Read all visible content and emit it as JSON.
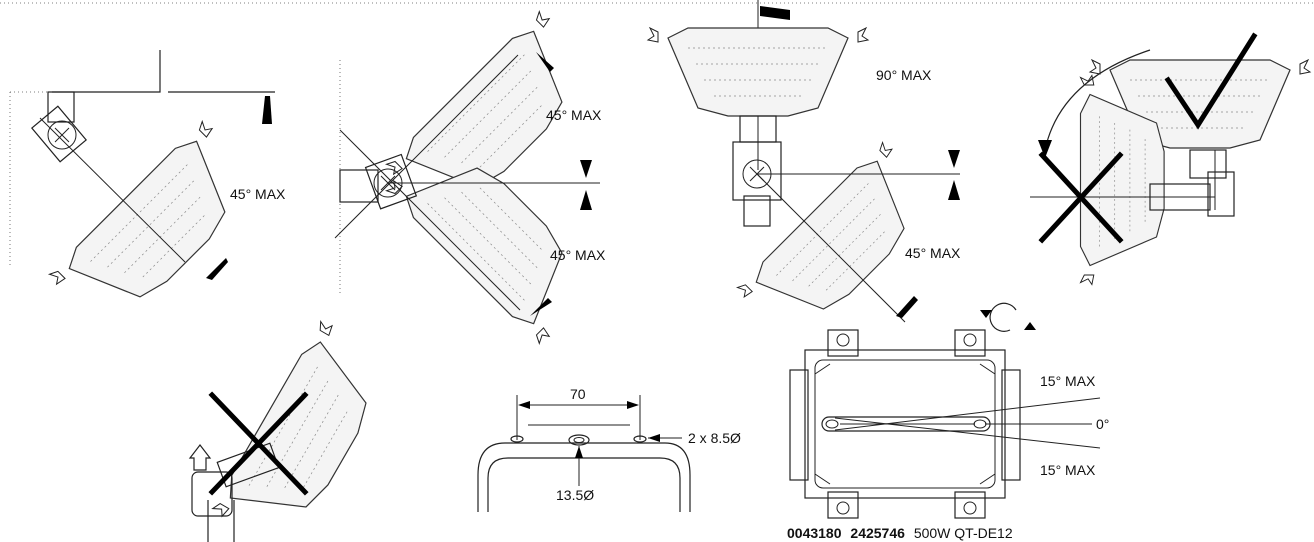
{
  "labels": {
    "angle_45_a": "45° MAX",
    "angle_45_b": "45° MAX",
    "angle_45_c": "45° MAX",
    "angle_90": "90° MAX",
    "angle_45_d": "45° MAX",
    "angle_15_top": "15° MAX",
    "angle_0": "0°",
    "angle_15_bottom": "15° MAX",
    "dim_70": "70",
    "dim_holes": "2 x 8.5Ø",
    "dim_center_hole": "13.5Ø"
  },
  "caption": {
    "code1": "0043180",
    "code2": "2425746",
    "spec": "500W QT-DE12"
  }
}
